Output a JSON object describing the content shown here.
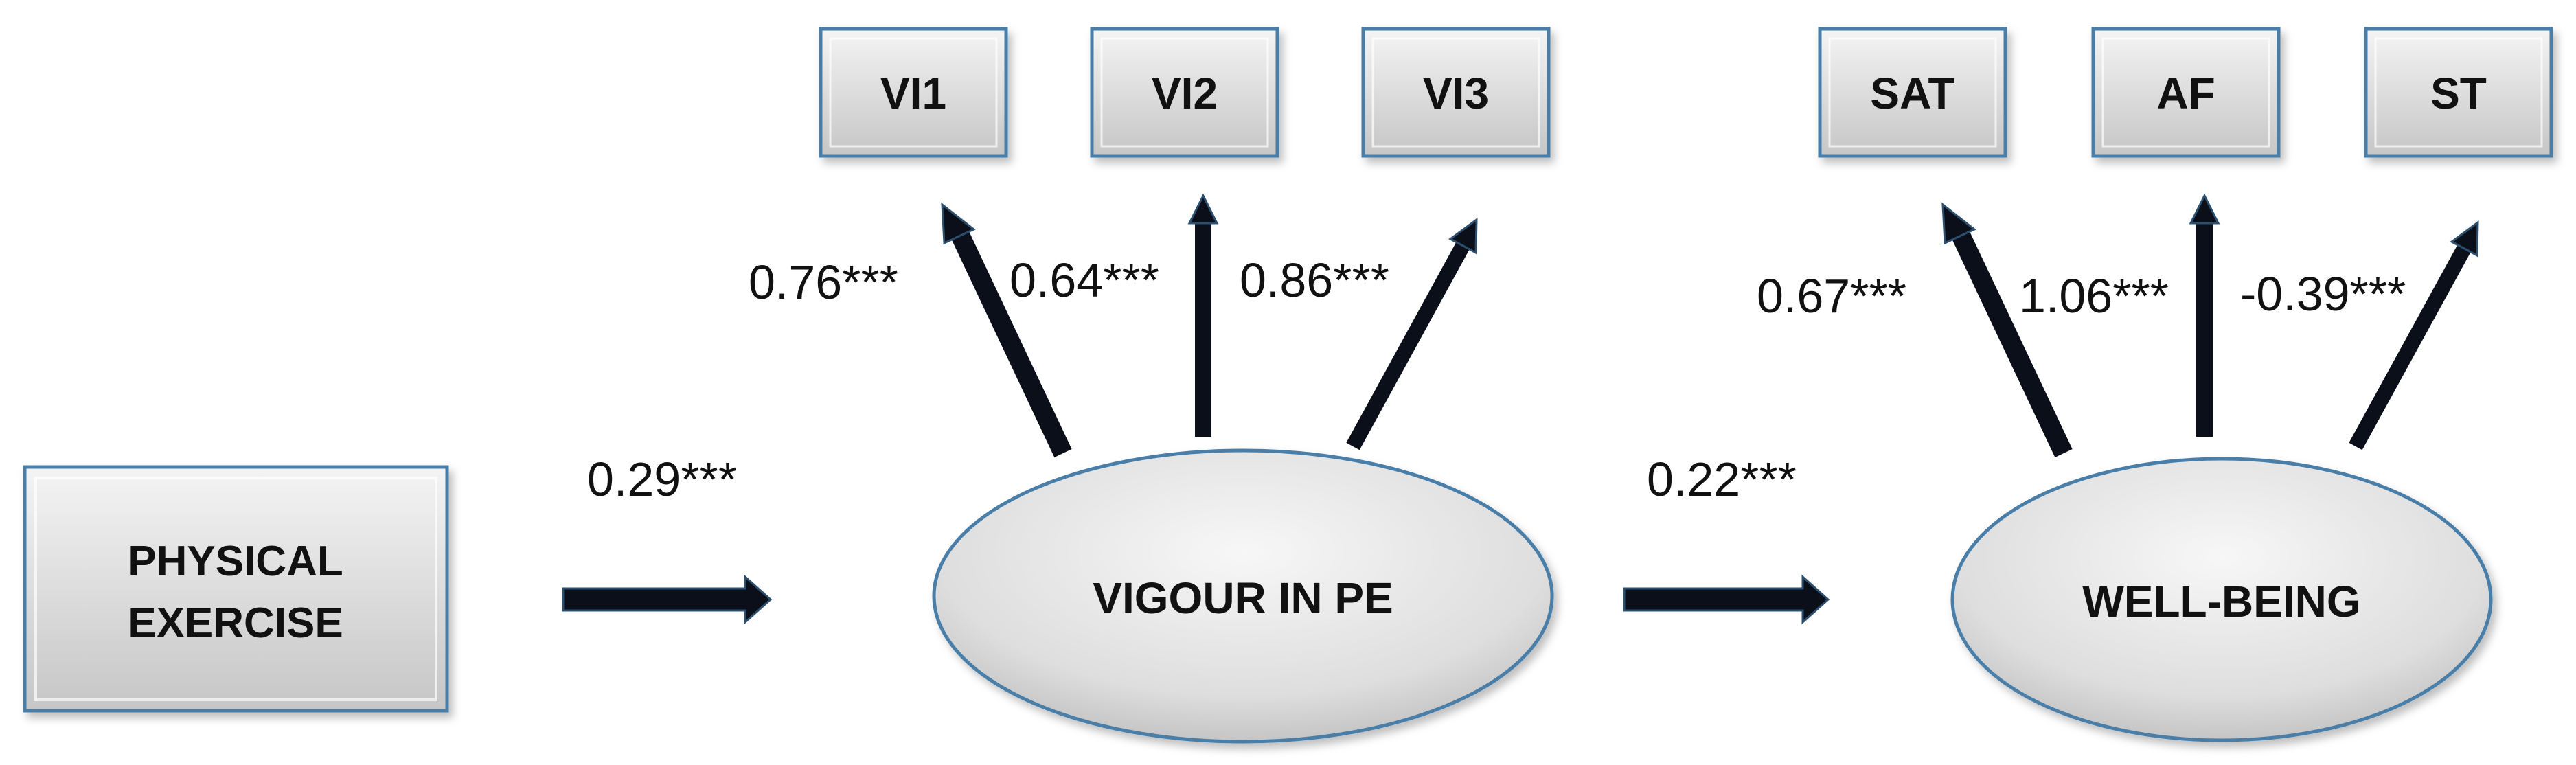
{
  "nodes": {
    "physical_exercise": {
      "line1": "PHYSICAL",
      "line2": "EXERCISE"
    },
    "vigour": "VIGOUR IN PE",
    "wellbeing": "WELL-BEING",
    "vi1": "VI1",
    "vi2": "VI2",
    "vi3": "VI3",
    "sat": "SAT",
    "af": "AF",
    "st": "ST"
  },
  "paths": {
    "exercise_to_vigour": "0.29***",
    "vigour_to_wellbeing": "0.22***"
  },
  "loadings": {
    "vi1": "0.76***",
    "vi2": "0.64***",
    "vi3": "0.86***",
    "sat": "0.67***",
    "af": "1.06***",
    "st": "-0.39***"
  },
  "colors": {
    "box_fill_light": "#f2f2f2",
    "box_fill_dark": "#c8c8c8",
    "box_border": "#4a7ea8",
    "arrow": "#0a0f1a",
    "text": "#111111"
  }
}
